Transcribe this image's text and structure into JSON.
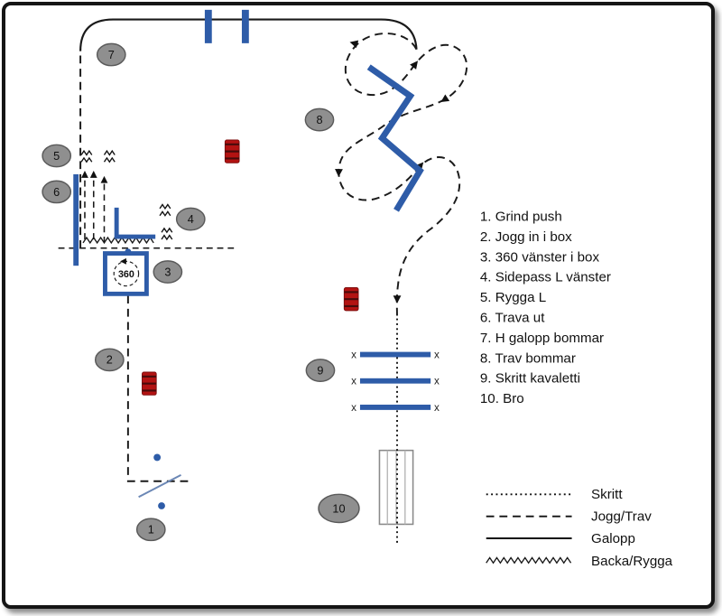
{
  "stations": [
    "1",
    "2",
    "3",
    "4",
    "5",
    "6",
    "7",
    "8",
    "9",
    "10"
  ],
  "box_label": "360",
  "cavaletti_marker": "x",
  "exercises": [
    "1. Grind push",
    "2. Jogg in i box",
    "3. 360 vänster i box",
    "4. Sidepass L vänster",
    "5. Rygga L",
    "6. Trava ut",
    "7. H galopp bommar",
    "8. Trav bommar",
    "9. Skritt kavaletti",
    "10. Bro"
  ],
  "legend": [
    {
      "style": "dotted",
      "label": "Skritt"
    },
    {
      "style": "dashed",
      "label": "Jogg/Trav"
    },
    {
      "style": "solid",
      "label": "Galopp"
    },
    {
      "style": "zigzag",
      "label": "Backa/Rygga"
    }
  ],
  "colors": {
    "obstacle_blue": "#2e5ca8",
    "barrel_red": "#b31312",
    "marker_gray": "#8f8f8f",
    "path_black": "#1a1a1a"
  }
}
